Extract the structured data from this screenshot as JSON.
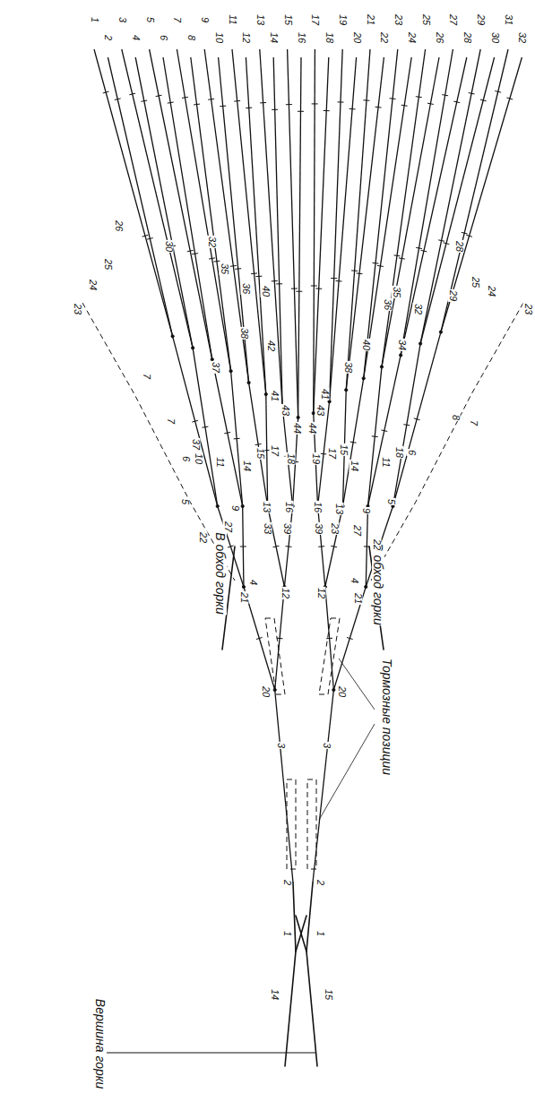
{
  "diagram": {
    "labels": [
      "1",
      "2",
      "3",
      "4",
      "5",
      "6",
      "7",
      "8",
      "9",
      "10",
      "11",
      "12",
      "13",
      "14",
      "15",
      "16",
      "17",
      "18",
      "19",
      "20",
      "21",
      "22",
      "23",
      "24",
      "25",
      "26",
      "27",
      "28",
      "29",
      "30",
      "31",
      "32",
      "Вершина горки",
      "14",
      "15",
      "1",
      "1",
      "2",
      "2",
      "3",
      "3",
      "20",
      "20",
      "Тормозные позиции",
      "21",
      "21",
      "4",
      "4",
      "12",
      "12",
      "В обход горки",
      "В обход горки",
      "22",
      "22",
      "27",
      "33",
      "39",
      "39",
      "23",
      "27",
      "9",
      "13",
      "16",
      "16",
      "13",
      "9",
      "5",
      "5",
      "6",
      "10",
      "11",
      "14",
      "15",
      "17",
      "18",
      "19",
      "17",
      "15",
      "14",
      "11",
      "18",
      "6",
      "7",
      "7",
      "8",
      "7",
      "37",
      "37",
      "41",
      "43",
      "44",
      "44",
      "43",
      "41",
      "42",
      "38",
      "40",
      "36",
      "35",
      "32",
      "30",
      "26",
      "25",
      "24",
      "23",
      "40",
      "38",
      "36",
      "35",
      "34",
      "32",
      "29",
      "28",
      "25",
      "24",
      "23"
    ]
  }
}
